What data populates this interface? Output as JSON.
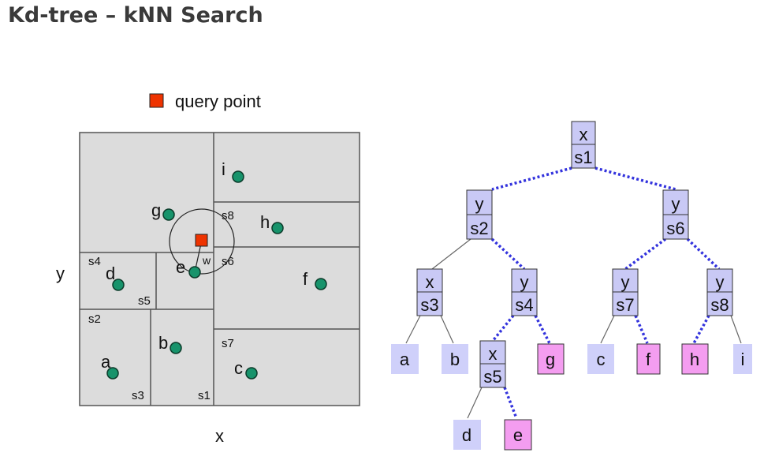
{
  "slide": {
    "title": "Kd-tree – kNN Search"
  },
  "legend": {
    "label": "query point"
  },
  "plot": {
    "x_label": "x",
    "y_label": "y",
    "points": [
      "a",
      "b",
      "c",
      "d",
      "e",
      "f",
      "g",
      "h",
      "i"
    ],
    "splits": [
      "s1",
      "s2",
      "s3",
      "s4",
      "s5",
      "s6",
      "s7",
      "s8"
    ],
    "radius_label": "w"
  },
  "tree": {
    "nodes": [
      {
        "id": "s1",
        "dim": "x",
        "split": "s1"
      },
      {
        "id": "s2",
        "dim": "y",
        "split": "s2"
      },
      {
        "id": "s6",
        "dim": "y",
        "split": "s6"
      },
      {
        "id": "s3",
        "dim": "x",
        "split": "s3"
      },
      {
        "id": "s4",
        "dim": "y",
        "split": "s4"
      },
      {
        "id": "s7",
        "dim": "y",
        "split": "s7"
      },
      {
        "id": "s8",
        "dim": "y",
        "split": "s8"
      },
      {
        "id": "s5",
        "dim": "x",
        "split": "s5"
      }
    ],
    "leaves": [
      {
        "label": "a",
        "visited": false
      },
      {
        "label": "b",
        "visited": false
      },
      {
        "label": "g",
        "visited": true
      },
      {
        "label": "c",
        "visited": false
      },
      {
        "label": "f",
        "visited": true
      },
      {
        "label": "h",
        "visited": true
      },
      {
        "label": "i",
        "visited": false
      },
      {
        "label": "d",
        "visited": false
      },
      {
        "label": "e",
        "visited": true
      }
    ]
  },
  "colors": {
    "region_fill": "#dcdcdc",
    "point_fill": "#17936b",
    "query_fill": "#ee3300",
    "node_fill": "#c9c9f5",
    "leaf_fill": "#cfd0fa",
    "visited_leaf_fill": "#f49df0",
    "search_edge": "#3333dd"
  }
}
